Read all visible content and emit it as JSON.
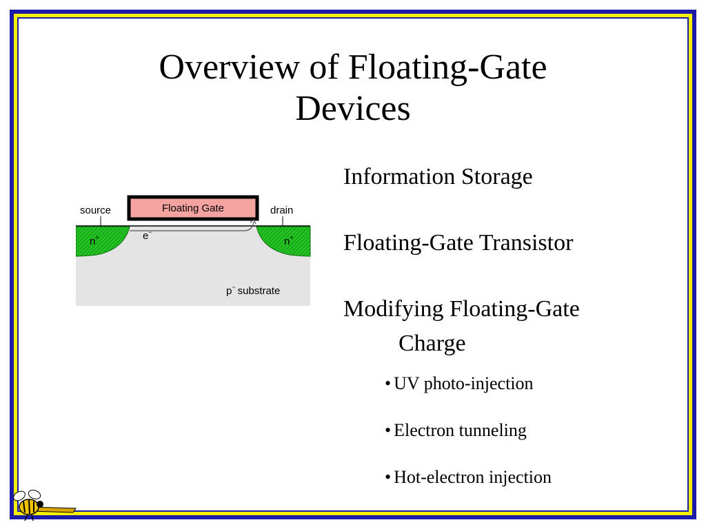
{
  "slide": {
    "title_lines": [
      "Overview of Floating-Gate",
      "Devices"
    ],
    "bullets": [
      {
        "text": "Information Storage"
      },
      {
        "text": "Floating-Gate Transistor"
      },
      {
        "line1": "Modifying Floating-Gate",
        "line2": "Charge"
      }
    ],
    "sub_bullets": [
      {
        "bullet": "•",
        "text": "UV photo-injection"
      },
      {
        "bullet": "•",
        "text": "Electron tunneling"
      },
      {
        "bullet": "•",
        "text": "Hot-electron injection"
      }
    ]
  },
  "diagram": {
    "floating_gate_label": "Floating Gate",
    "source_label": "source",
    "drain_label": "drain",
    "n_left": "n",
    "n_right": "n",
    "n_superscript": "+",
    "electron_label": "e",
    "electron_superscript": "−",
    "substrate_p": "p",
    "substrate_superscript": "−",
    "substrate_label": "substrate"
  },
  "colors": {
    "frame_blue": "#1c1ca8",
    "frame_yellow": "#f5f000",
    "gate_fill": "#f4a3a0",
    "substrate_fill": "#e4e4e4",
    "n_region_fill": "#22c322"
  },
  "logo": {
    "icon": "yellow-jacket-bee-logo"
  }
}
